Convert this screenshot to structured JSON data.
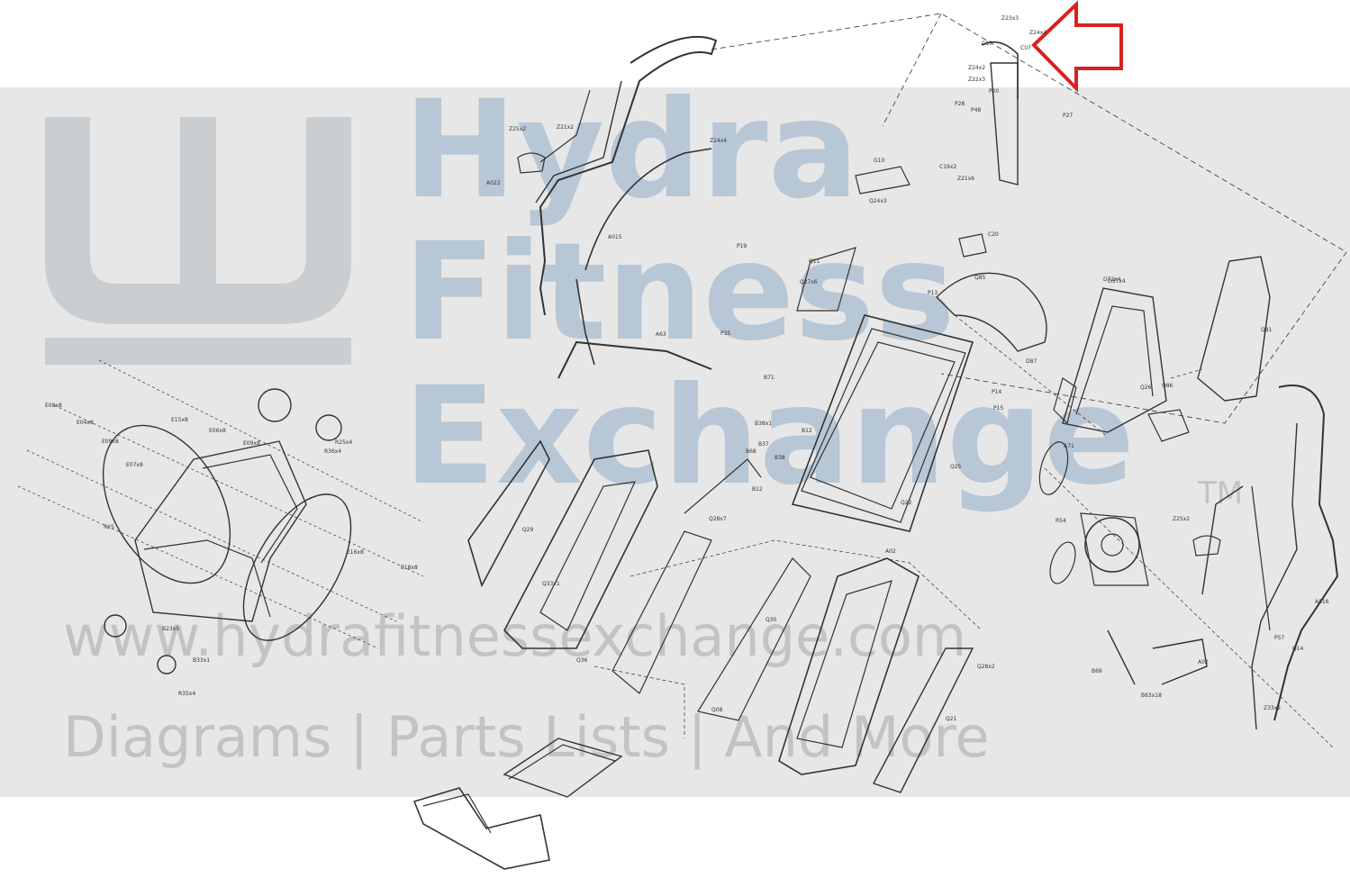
{
  "watermark": {
    "line1": "Hydra",
    "line2": "Fitness",
    "line3": "Exchange",
    "tm": "TM",
    "url": "www.hydrafitnessexchange.com",
    "tagline": "Diagrams | Parts Lists | And More",
    "logo": "hydra-trident-logo"
  },
  "colors": {
    "watermark_blue": "#7da0be",
    "watermark_gray": "#969696",
    "band": "#b4b4b4",
    "arrow": "#d62222",
    "line": "#333333"
  },
  "callout": {
    "shape": "red-outline-arrow",
    "points_to": "C07"
  },
  "part_labels": [
    "Z23x3",
    "Z24x4",
    "C10",
    "C07",
    "Z24x2",
    "Z22x3",
    "P20",
    "P27",
    "P28",
    "P48",
    "C19x2",
    "Z21x6",
    "Z25x2",
    "Z21x2",
    "Z24x4",
    "G10",
    "Q24x3",
    "A022",
    "A015",
    "C20",
    "Q85",
    "Q27x6",
    "Q11",
    "P35",
    "P19",
    "P14",
    "P15",
    "P13",
    "D37x4",
    "D87",
    "A63",
    "B68",
    "B12",
    "B71",
    "B38x1",
    "B37",
    "B38",
    "Q29",
    "Q30",
    "Q22",
    "E08x8",
    "E04x8",
    "E09x8",
    "E15x8",
    "E06x8",
    "E09x8",
    "E07x8",
    "E16x8",
    "E18x8",
    "R25",
    "B23x5",
    "R35x4",
    "R25x4",
    "R36x4",
    "Z25x2",
    "B33x1",
    "Q25",
    "Q26",
    "D72x4",
    "Q86",
    "Q81",
    "Q28x7",
    "Q33x1",
    "Q36",
    "Q08",
    "Q21",
    "Q28x2",
    "A016",
    "A02",
    "B63x18",
    "B69",
    "P57",
    "Q14",
    "Z33x2",
    "A02",
    "B12",
    "R54",
    "R71"
  ]
}
